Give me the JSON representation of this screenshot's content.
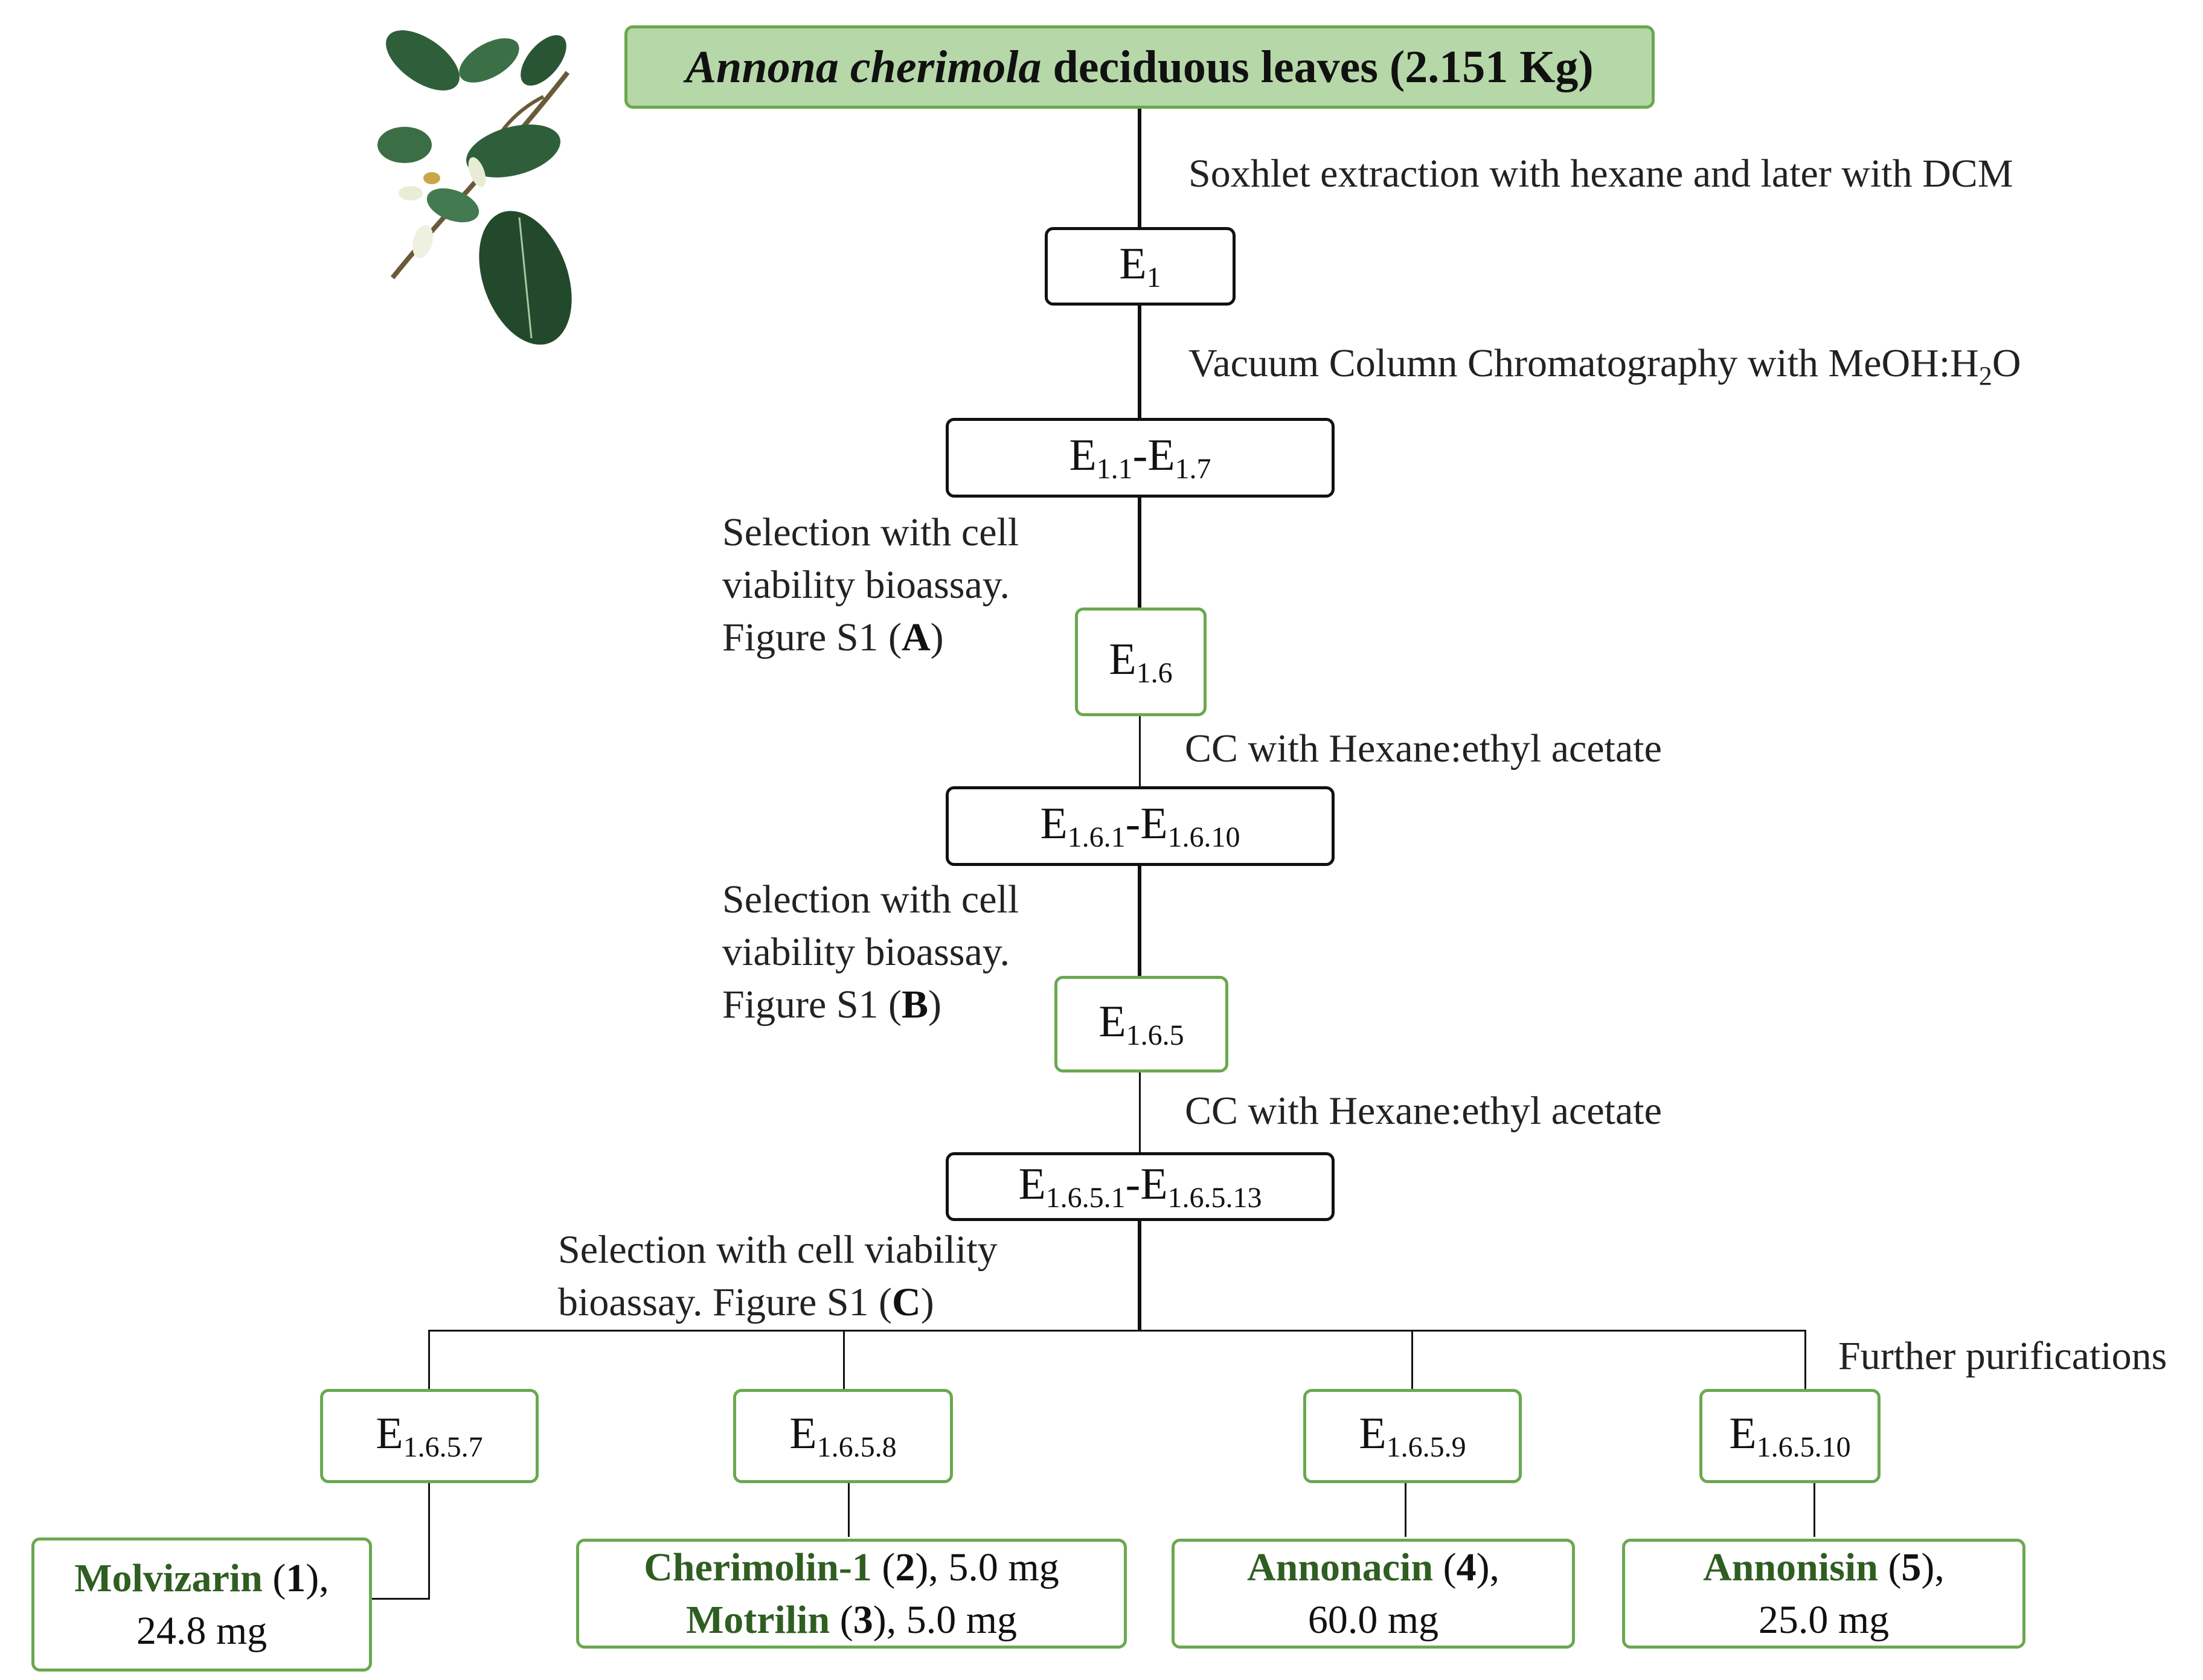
{
  "title": {
    "species": "Annona cherimola",
    "rest": "deciduous leaves (2.151 Kg)"
  },
  "steps": {
    "s1": "Soxhlet extraction with hexane and later with DCM",
    "s2_prefix": "Vacuum Column Chromatography  with MeOH:H",
    "s2_sub": "2",
    "s2_suffix": "O",
    "s3": "CC with Hexane:ethyl acetate",
    "s4": "CC with Hexane:ethyl acetate",
    "further": "Further purifications"
  },
  "selections": {
    "a": {
      "line1": "Selection with cell",
      "line2": "viability  bioassay.",
      "line3_prefix": "Figure S1 (",
      "letter": "A",
      "line3_suffix": ")"
    },
    "b": {
      "line1": "Selection with cell",
      "line2": "viability  bioassay.",
      "line3_prefix": "Figure S1 (",
      "letter": "B",
      "line3_suffix": ")"
    },
    "c": {
      "line1": "Selection with cell viability",
      "line2_prefix": "bioassay.  Figure S1 (",
      "letter": "C",
      "line2_suffix": ")"
    }
  },
  "fractions": {
    "e1": {
      "base": "E",
      "sub": "1"
    },
    "e1_range": {
      "base": "E",
      "sub1": "1.1",
      "dash": "-E",
      "sub2": "1.7"
    },
    "e16": {
      "base": "E",
      "sub": "1.6"
    },
    "e16_range": {
      "base": "E",
      "sub1": "1.6.1",
      "dash": "-E",
      "sub2": "1.6.10"
    },
    "e165": {
      "base": "E",
      "sub": "1.6.5"
    },
    "e165_range": {
      "base": "E",
      "sub1": "1.6.5.1",
      "dash": "-E",
      "sub2": "1.6.5.13"
    },
    "leaves": [
      {
        "base": "E",
        "sub": "1.6.5.7"
      },
      {
        "base": "E",
        "sub": "1.6.5.8"
      },
      {
        "base": "E",
        "sub": "1.6.5.9"
      },
      {
        "base": "E",
        "sub": "1.6.5.10"
      }
    ]
  },
  "compounds": {
    "c1": {
      "name": "Molvizarin",
      "num": "1",
      "amount": "24.8 mg"
    },
    "c2": {
      "name": "Cherimolin-1",
      "num": "2",
      "amount": "5.0 mg"
    },
    "c3": {
      "name": "Motrilin",
      "num": "3",
      "amount": "5.0 mg"
    },
    "c4": {
      "name": "Annonacin",
      "num": "4",
      "amount": "60.0 mg"
    },
    "c5": {
      "name": "Annonisin",
      "num": "5",
      "amount": "25.0 mg"
    }
  },
  "colors": {
    "green_border": "#6aa84f",
    "title_fill": "#b6d7a8",
    "compound_text": "#2f5e21"
  },
  "icons": {
    "plant": "annona-leaves-illustration"
  }
}
